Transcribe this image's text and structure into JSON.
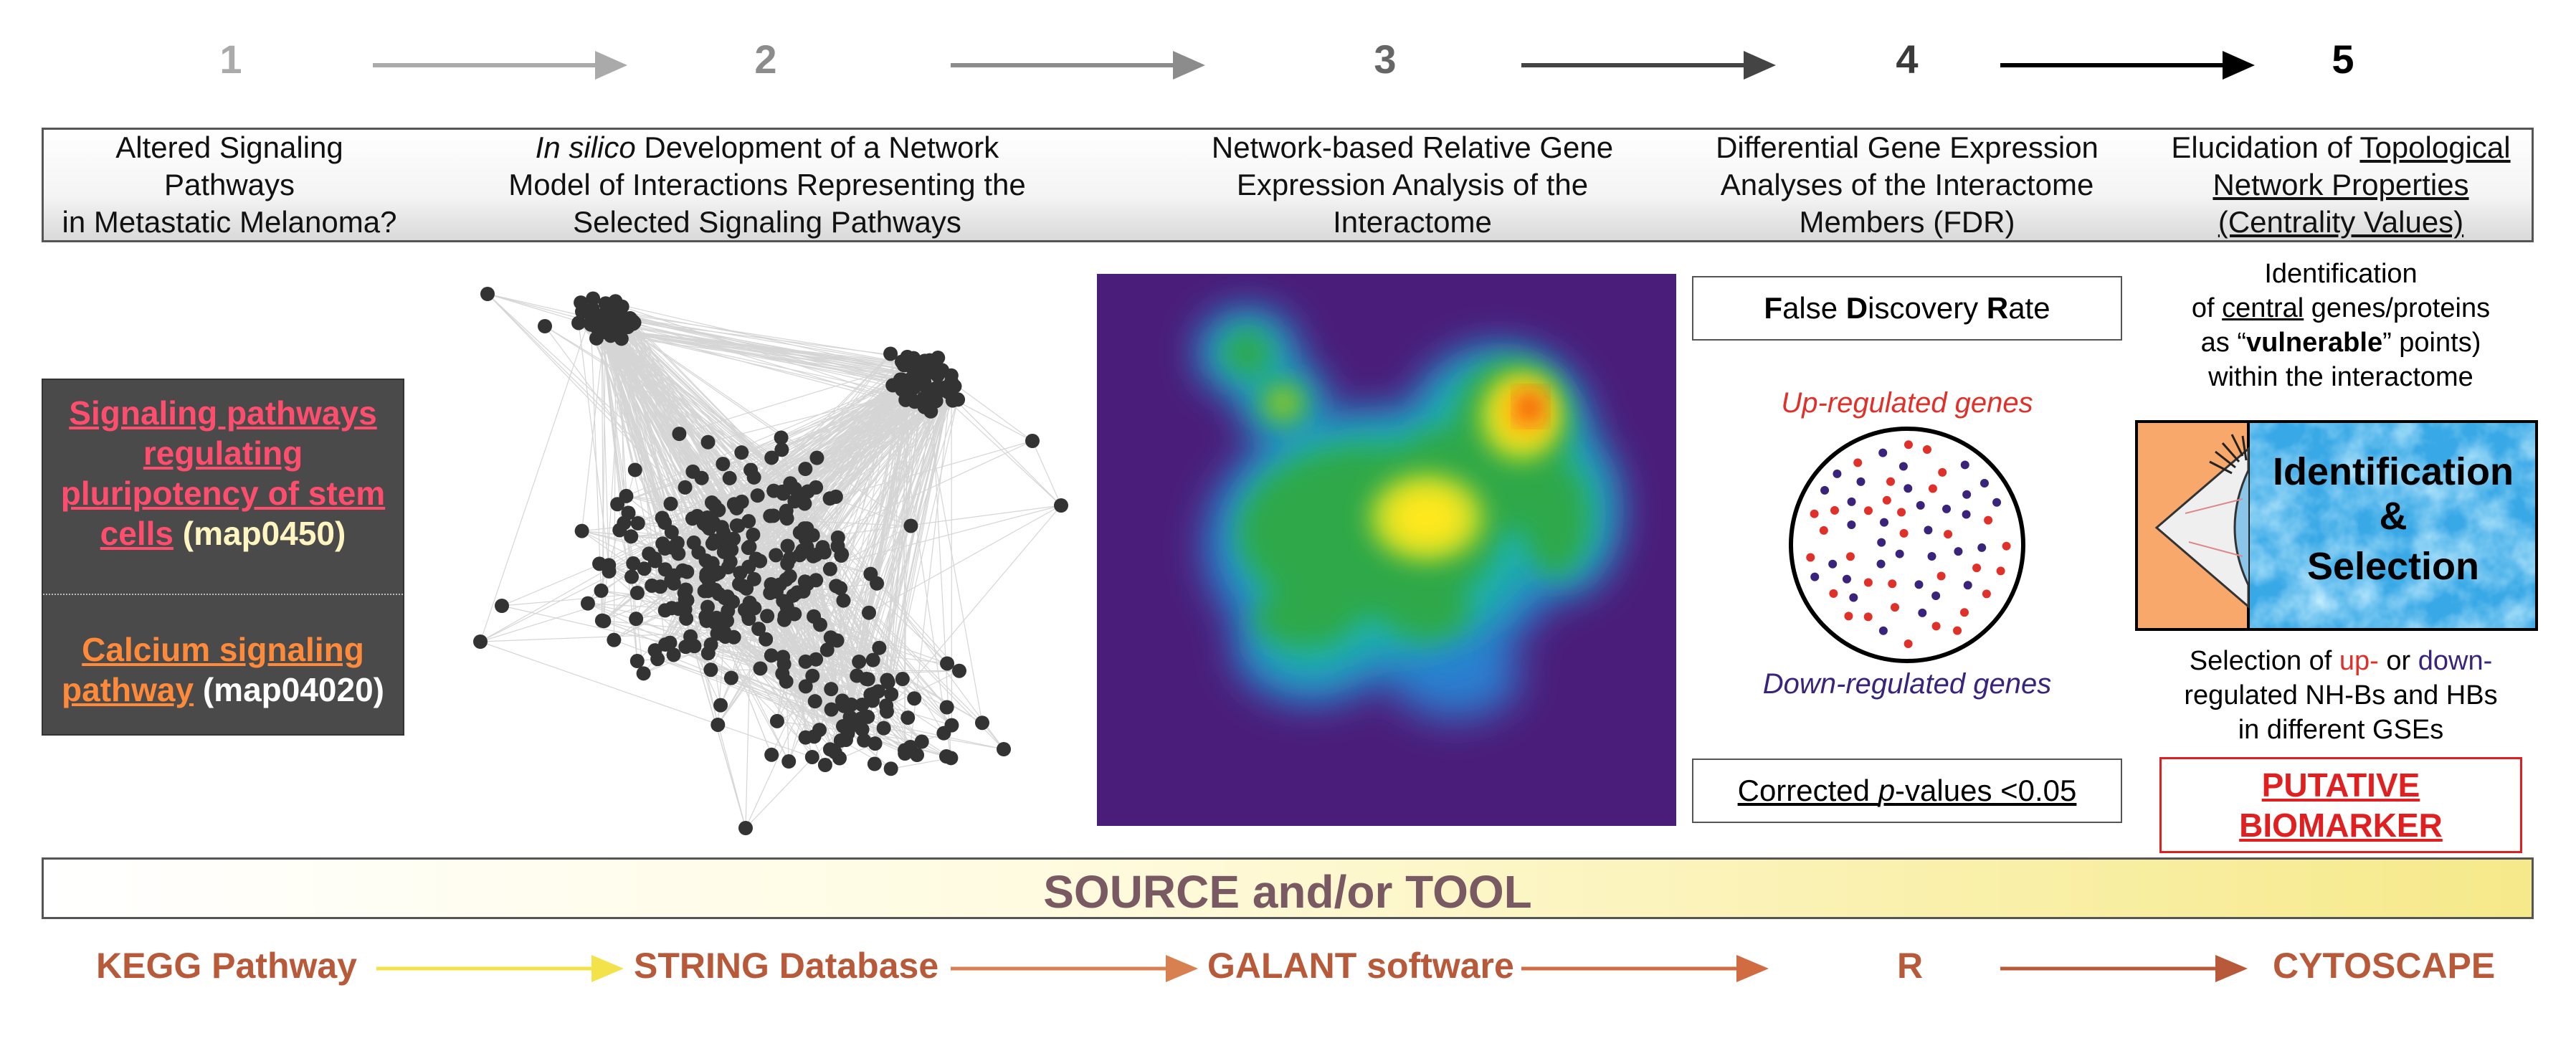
{
  "steps": {
    "n1": "1",
    "n2": "2",
    "n3": "3",
    "n4": "4",
    "n5": "5",
    "colors": {
      "s1": "#aaaaaa",
      "s2": "#8c8c8c",
      "s3": "#666666",
      "s4": "#3a3a3a",
      "s5": "#000000"
    }
  },
  "header": {
    "c1_l1": "Altered Signaling",
    "c1_l2": "Pathways",
    "c1_l3": "in Metastatic Melanoma?",
    "c2_italic": "In silico",
    "c2_l1_rest": " Development of a Network",
    "c2_l2": "Model of Interactions Representing the",
    "c2_l3": "Selected Signaling Pathways",
    "c3_l1": "Network-based Relative Gene",
    "c3_l2": "Expression Analysis of the",
    "c3_l3": "Interactome",
    "c4_l1": "Differential Gene Expression",
    "c4_l2": "Analyses of the Interactome",
    "c4_l3": "Members (FDR)",
    "c5_l1_a": "Elucidation of ",
    "c5_l1_b": "Topological",
    "c5_l2": "Network Properties",
    "c5_l3": "(Centrality Values)"
  },
  "pathways": {
    "p1_l1": "Signaling pathways",
    "p1_l2": "regulating",
    "p1_l3": "pluripotency of stem",
    "p1_l4": "cells",
    "p1_code": " (map0450)",
    "p2_l1": "Calcium signaling",
    "p2_l2": "pathway",
    "p2_code": " (map04020)"
  },
  "fdr": {
    "title_F": "F",
    "title_alse": "alse ",
    "title_D": "D",
    "title_iscovery": "iscovery ",
    "title_R": "R",
    "title_ate": "ate",
    "up_label": "Up-regulated genes",
    "down_label": "Down-regulated genes",
    "pval_a": "Corrected ",
    "pval_p": "p",
    "pval_b": "-values <0.05"
  },
  "centrality": {
    "id_l1": "Identification",
    "id_l2a": "of ",
    "id_l2b": "central",
    "id_l2c": " genes/proteins",
    "id_l3a": "as “",
    "id_l3b": "vulnerable",
    "id_l3c": "” points)",
    "id_l4": "within the interactome",
    "box_l1": "Identification",
    "box_l2": "&",
    "box_l3": "Selection",
    "sel_l1a": "Selection of ",
    "sel_up": "up-",
    "sel_l1b": " or ",
    "sel_down": "down-",
    "sel_l2": "regulated NH-Bs and HBs",
    "sel_l3": "in different GSEs",
    "bio_l1": "PUTATIVE",
    "bio_l2": "BIOMARKER"
  },
  "source": {
    "title": "SOURCE and/or TOOL",
    "t1": "KEGG Pathway",
    "t2": "STRING Database",
    "t3": "GALANT software",
    "t4": "R",
    "t5": "CYTOSCAPE"
  }
}
